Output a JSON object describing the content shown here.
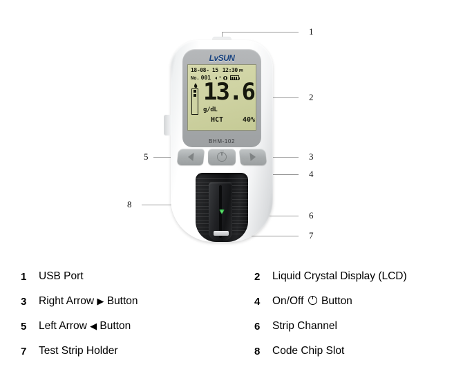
{
  "device": {
    "brand": "LᴠSUN",
    "model": "BHM-102",
    "lcd": {
      "date": "18-08- 15",
      "time": "12:30",
      "ampm": "PM",
      "record_label": "No.",
      "record_number": "001",
      "value": "13.6",
      "unit": "g/dL",
      "hct_label": "HCT",
      "hct_value": "40%",
      "icons": [
        "sound-icon",
        "memory-icon",
        "battery-icon"
      ]
    },
    "buttons": {
      "left_arrow": "◀",
      "power": "power-icon",
      "right_arrow": "▶"
    }
  },
  "callouts": [
    {
      "number": "1",
      "target": "usb-port"
    },
    {
      "number": "2",
      "target": "lcd"
    },
    {
      "number": "3",
      "target": "right-arrow-button"
    },
    {
      "number": "4",
      "target": "power-button"
    },
    {
      "number": "5",
      "target": "left-arrow-button"
    },
    {
      "number": "6",
      "target": "strip-channel"
    },
    {
      "number": "7",
      "target": "test-strip-holder"
    },
    {
      "number": "8",
      "target": "code-chip-slot"
    }
  ],
  "legend": {
    "rows": [
      {
        "left": {
          "num": "1",
          "pre": "USB Port",
          "glyph": "",
          "post": ""
        },
        "right": {
          "num": "2",
          "pre": "Liquid Crystal Display (LCD)",
          "glyph": "",
          "post": ""
        }
      },
      {
        "left": {
          "num": "3",
          "pre": "Right Arrow ",
          "glyph": "▶",
          "post": " Button"
        },
        "right": {
          "num": "4",
          "pre": "On/Off ",
          "glyph": "power",
          "post": " Button"
        }
      },
      {
        "left": {
          "num": "5",
          "pre": "Left Arrow ",
          "glyph": "◀",
          "post": " Button"
        },
        "right": {
          "num": "6",
          "pre": "Strip Channel",
          "glyph": "",
          "post": ""
        }
      },
      {
        "left": {
          "num": "7",
          "pre": "Test Strip Holder",
          "glyph": "",
          "post": ""
        },
        "right": {
          "num": "8",
          "pre": "Code Chip Slot",
          "glyph": "",
          "post": ""
        }
      }
    ]
  },
  "colors": {
    "lcd_background": "#cfd3a3",
    "lcd_text": "#15170d",
    "brand_blue": "#17417e",
    "callout_line": "#9a9a9a",
    "strip_marker_green": "#2fae46"
  }
}
